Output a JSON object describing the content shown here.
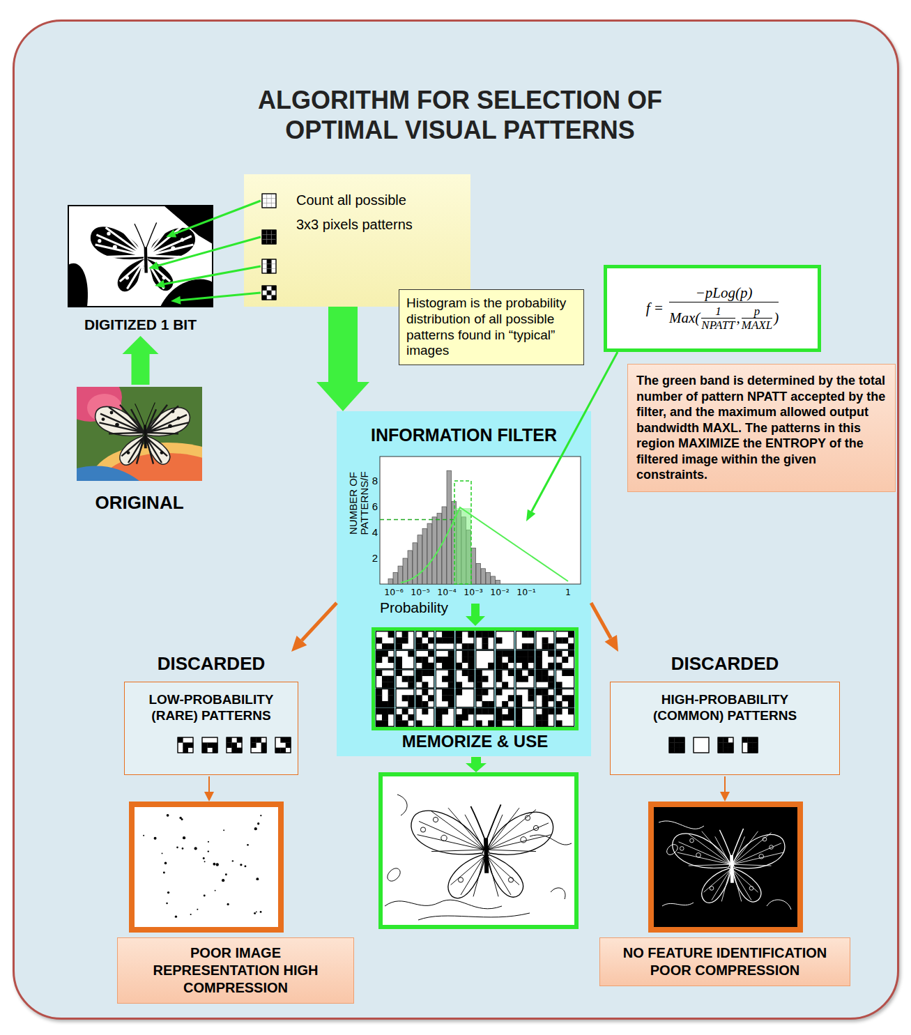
{
  "diagram": {
    "title": "ALGORITHM FOR SELECTION OF OPTIMAL VISUAL PATTERNS",
    "nodes": [
      {
        "text": [
          "Count all possible 3x3 pixels patterns"
        ]
      },
      {
        "text": [
          "DIGITIZED 1 BIT"
        ]
      },
      {
        "text": [
          "ORIGINAL"
        ]
      },
      {
        "text": [
          "Histogram is the probability distribution of all possible patterns found in “typical” images"
        ]
      },
      {
        "text": [
          "f =",
          "−pLog(p)",
          "Max(",
          "1",
          "NPATT",
          ",",
          "p",
          "MAXL",
          ")"
        ]
      },
      {
        "text": [
          "INFORMATION FILTER"
        ]
      },
      {
        "text": [
          "The green band is determined by the total number of pattern NPATT accepted by the filter, and the maximum allowed output bandwidth MAXL. The patterns in this region MAXIMIZE the ENTROPY of the filtered image within the given constraints."
        ]
      },
      {
        "text": [
          "MEMORIZE & USE"
        ],
        "in": 5
      },
      {
        "text": [
          "DISCARDED",
          "LOW-PROBABILITY (RARE) PATTERNS"
        ]
      },
      {
        "text": [
          "DISCARDED",
          "HIGH-PROBABILITY (COMMON) PATTERNS"
        ]
      },
      {
        "text": [
          "POOR IMAGE REPRESENTATION HIGH COMPRESSION"
        ]
      },
      {
        "text": [
          "NO FEATURE IDENTIFICATION POOR COMPRESSION"
        ]
      }
    ],
    "edges": [
      {
        "from": 0,
        "to": 1,
        "arrow": "to"
      },
      {
        "from": 2,
        "to": 1,
        "arrow": "to"
      },
      {
        "from": 0,
        "to": 5,
        "arrow": "to"
      },
      {
        "from": 4,
        "to": 5,
        "arrow": "to"
      },
      {
        "from": 5,
        "to": 8,
        "arrow": "to"
      },
      {
        "from": 5,
        "to": 9,
        "arrow": "to"
      }
    ],
    "labels": [
      "NUMBER OF PATTERNS/F",
      "2",
      "4",
      "6",
      "8",
      "10⁻⁶",
      "10⁻⁵",
      "10⁻⁴",
      "10⁻³",
      "10⁻²",
      "10⁻¹",
      "1",
      "Probability"
    ]
  }
}
